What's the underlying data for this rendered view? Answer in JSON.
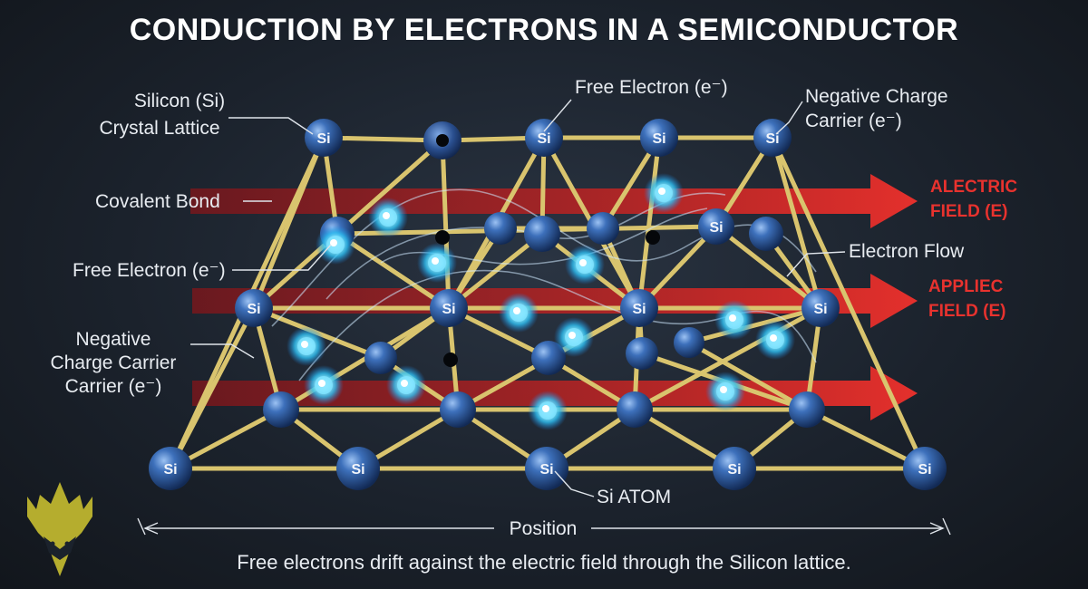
{
  "title": "CONDUCTION BY ELECTRONS IN A SEMICONDUCTOR",
  "atom_symbol": "Si",
  "labels": {
    "silicon_lattice_1": "Silicon (Si)",
    "silicon_lattice_2": "Crystal Lattice",
    "free_electron_top": "Free Electron (e⁻)",
    "negative_charge_1": "Negative Charge",
    "negative_charge_2": "Carrier (e⁻)",
    "covalent_bond": "Covalent Bond",
    "free_electron_left": "Free Electron (e⁻)",
    "electron_flow": "Electron Flow",
    "neg_carrier_left_1": "Negative",
    "neg_carrier_left_2": "Charge Carrier",
    "neg_carrier_left_3": "Carrier (e⁻)",
    "si_atom": "Si ATOM",
    "position": "Position"
  },
  "fields": {
    "electric_1": "ALECTRIC",
    "electric_2": "FIELD (E)",
    "applied_1": "APPLIEC",
    "applied_2": "FIELD (E)"
  },
  "caption": "Free electrons drift against the electric field through the Silicon lattice.",
  "colors": {
    "background": "#1b222c",
    "atom": "#2f5fa8",
    "bond": "#d8c26a",
    "electron": "#7fe3ff",
    "arrow": "#d8282a",
    "logo": "#b5ad2e"
  },
  "logo_icon": "deer-antler-logo"
}
